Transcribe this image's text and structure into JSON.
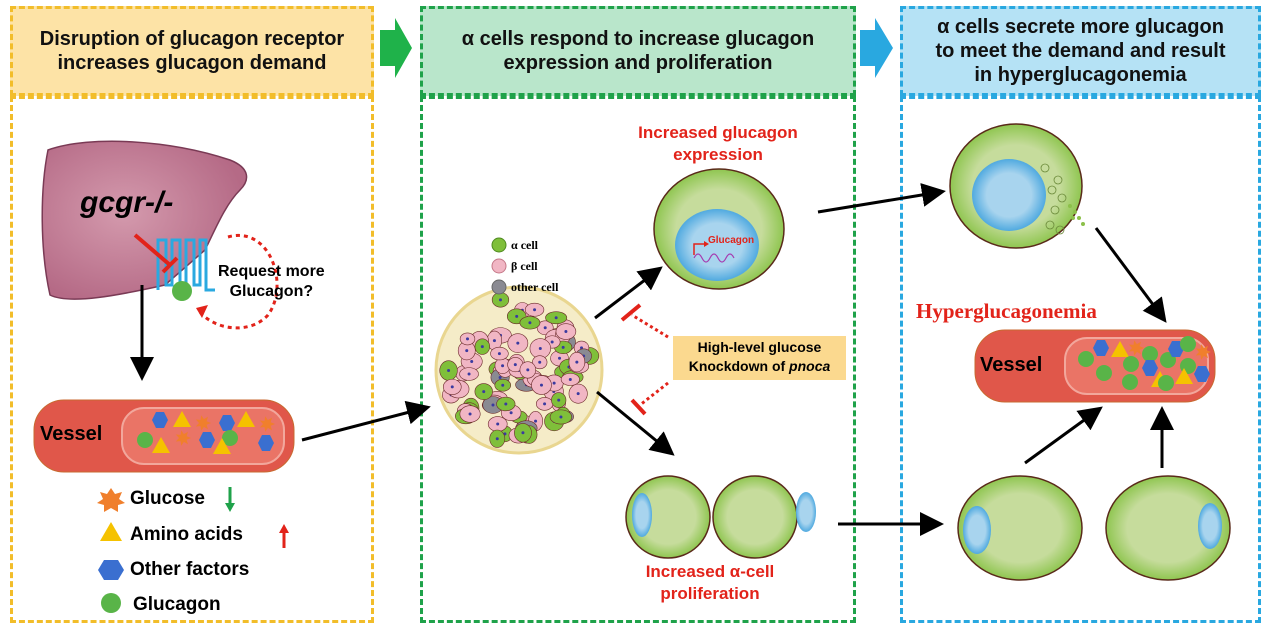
{
  "headers": {
    "step1": "Disruption of glucagon receptor\nincreases glucagon demand",
    "step2": "α cells respond to increase glucagon\nexpression and proliferation",
    "step3": "α cells secrete more glucagon\nto meet the demand and result\nin hyperglucagonemia"
  },
  "panel1": {
    "liver_label": "gcgr-/-",
    "request_label": "Request more\nGlucagon?",
    "vessel_label": "Vessel",
    "legend": [
      {
        "icon": "star-icon",
        "label": "Glucose",
        "trend": "down",
        "trend_color": "#1fa24a"
      },
      {
        "icon": "triangle-icon",
        "label": "Amino acids",
        "trend": "up",
        "trend_color": "#e2231a"
      },
      {
        "icon": "hexagon-icon",
        "label": "Other factors",
        "trend": "",
        "trend_color": ""
      },
      {
        "icon": "circle-icon",
        "label": "Glucagon",
        "trend": "",
        "trend_color": ""
      }
    ]
  },
  "panel2": {
    "islet_legend": [
      "α cell",
      "β cell",
      "other cell"
    ],
    "expression_label": "Increased glucagon\nexpression",
    "gene_label": "Glucagon",
    "inhibitor_lines": [
      "High-level glucose",
      "Knockdown of "
    ],
    "inhibitor_italic": "pnoca",
    "proliferation_label": "Increased α-cell\nproliferation"
  },
  "panel3": {
    "hyper_label": "Hyperglucagonemia",
    "vessel_label": "Vessel"
  },
  "colors": {
    "glucose": "#f07f2c",
    "amino_acid": "#f5c200",
    "other_factor": "#3a6fd0",
    "glucagon": "#59b448",
    "vessel": "#e0574a",
    "alpha_cell": "#7fbf3a",
    "beta_cell": "#f1b6c4",
    "other_cell": "#8a8a92",
    "liver": "#b56a86",
    "receptor": "#2aa9e0"
  }
}
